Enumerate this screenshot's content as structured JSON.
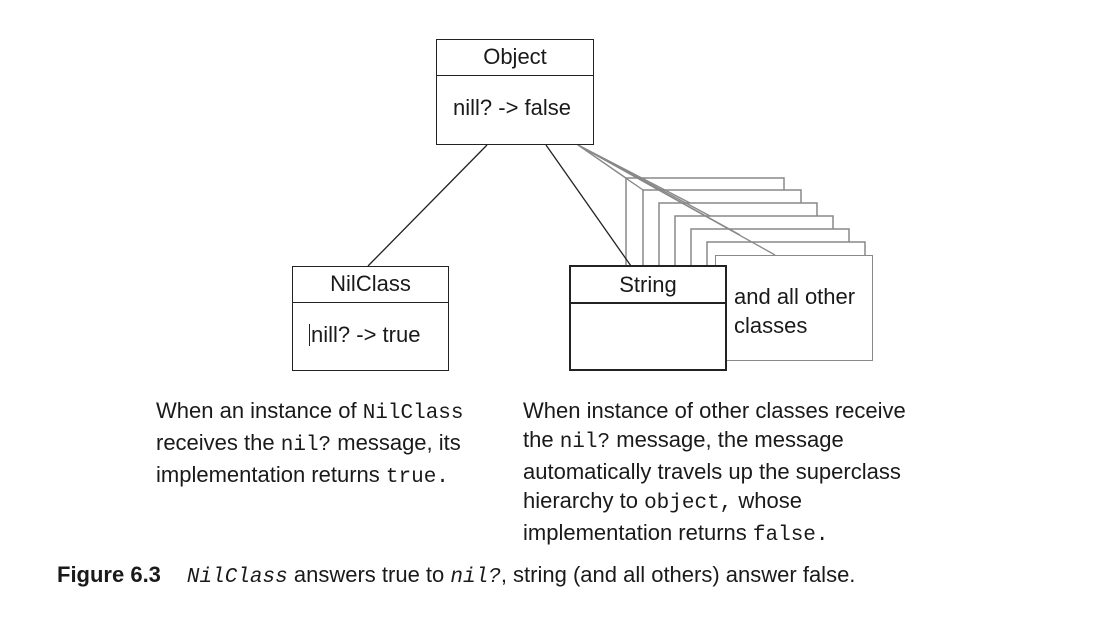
{
  "diagram": {
    "object_box": {
      "title": "Object",
      "method": "nill? -> false"
    },
    "nilclass_box": {
      "title": "NilClass",
      "method": "nill? -> true"
    },
    "string_box": {
      "title": "String"
    },
    "others_box": {
      "line1": "and all other",
      "line2": "classes"
    }
  },
  "left_note": {
    "l1_a": "When an instance of ",
    "l1_code": "NilClass",
    "l2_a": "receives the ",
    "l2_code": "nil?",
    "l2_b": " message, its",
    "l3_a": "implementation returns ",
    "l3_code": "true."
  },
  "right_note": {
    "l1": "When instance of other classes receive",
    "l2_a": "the ",
    "l2_code": "nil?",
    "l2_b": " message, the message",
    "l3": "automatically travels up the superclass",
    "l4_a": "hierarchy to ",
    "l4_code": "object,",
    "l4_b": " whose",
    "l5_a": "implementation returns ",
    "l5_code": "false."
  },
  "caption": {
    "figure": "Figure 6.3",
    "code1": "NilClass",
    "text1": " answers true to ",
    "code2": "nil?",
    "text2": ", string (and all others) answer false."
  }
}
